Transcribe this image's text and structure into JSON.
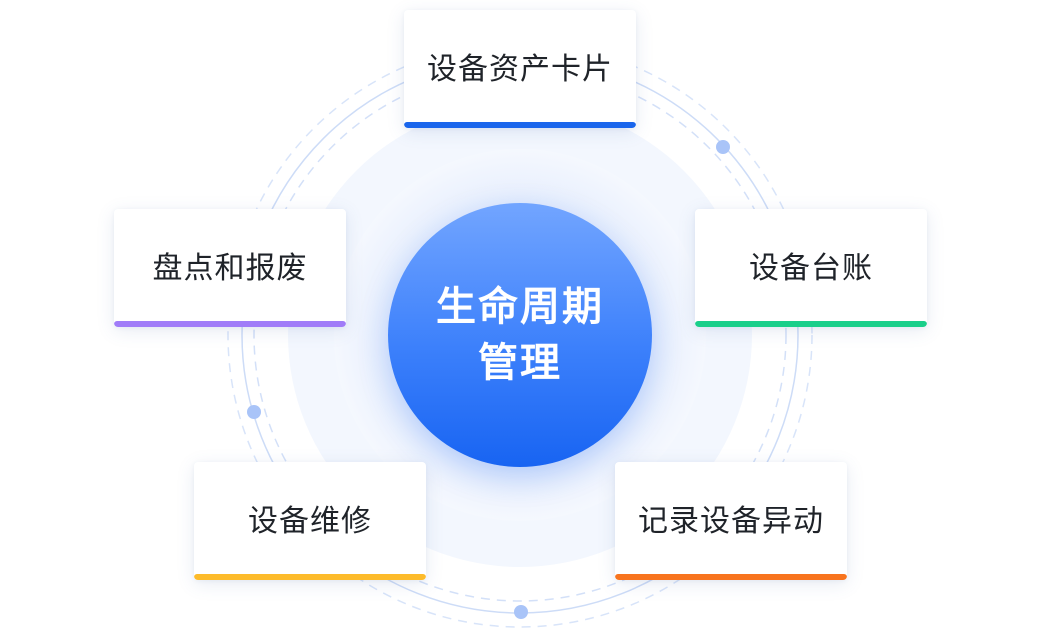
{
  "center": {
    "line1": "生命周期",
    "line2": "管理"
  },
  "nodes": [
    {
      "id": "top",
      "label": "设备资产卡片",
      "accent": "#1a66ec"
    },
    {
      "id": "right",
      "label": "设备台账",
      "accent": "#19cf8a"
    },
    {
      "id": "left",
      "label": "盘点和报废",
      "accent": "#a07cf8"
    },
    {
      "id": "bottom_left",
      "label": "设备维修",
      "accent": "#fdbb2a"
    },
    {
      "id": "bottom_right",
      "label": "记录设备异动",
      "accent": "#f8741e"
    }
  ],
  "colors": {
    "ring_line": "#c9d9f7",
    "ring_dash": "#c9d9f7",
    "dot": "#a9c4f8",
    "halo_outer": "#f2f6fe",
    "halo_inner": "#d9e6fd",
    "center_gradient": [
      "#72a5ff",
      "#1864f2"
    ]
  }
}
